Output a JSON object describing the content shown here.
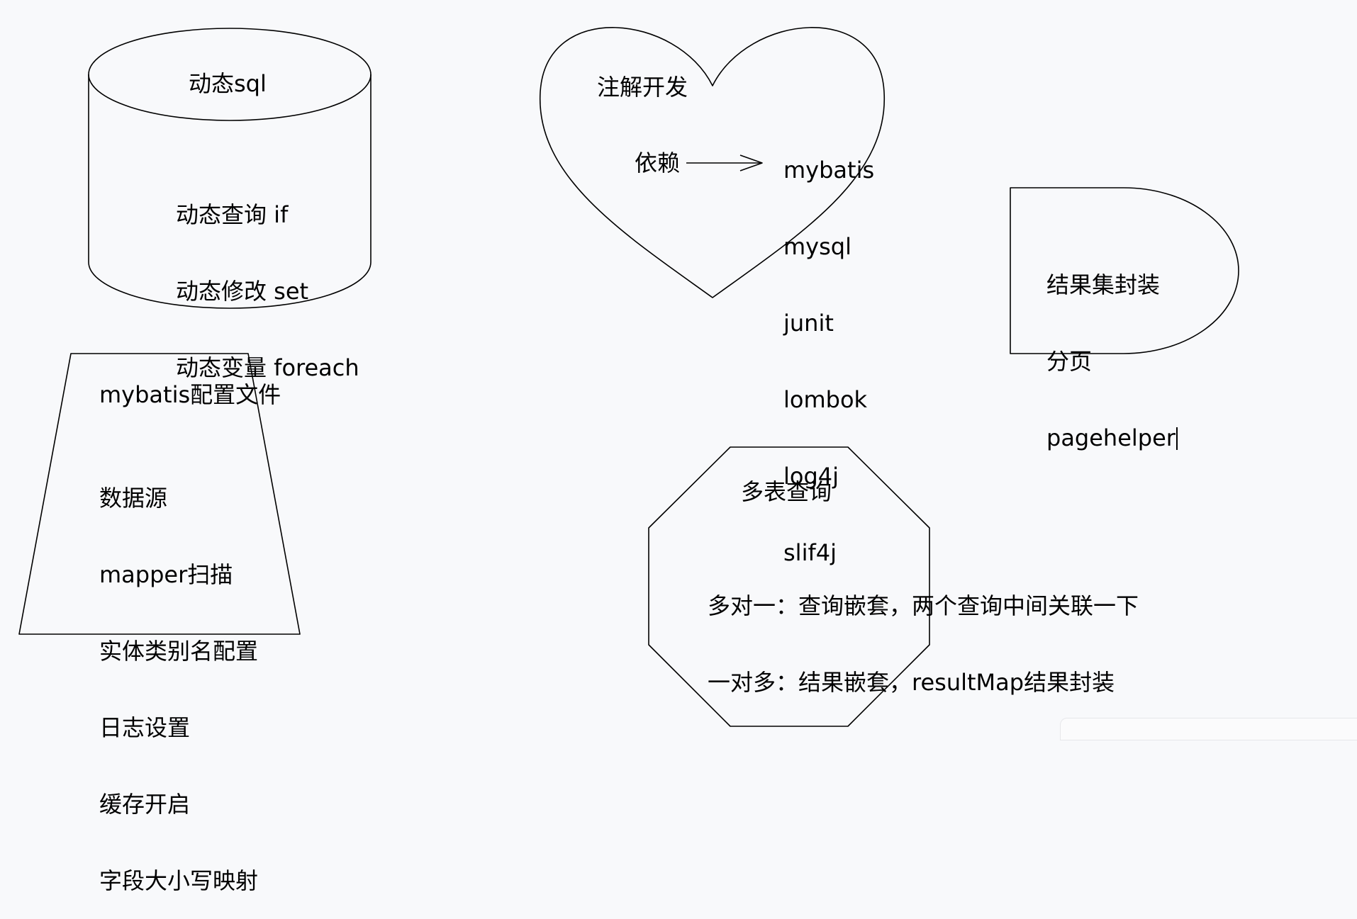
{
  "cylinder": {
    "title": "动态sql",
    "lines": [
      "动态查询 if",
      "动态修改 set",
      "动态变量 foreach"
    ]
  },
  "heart": {
    "title": "注解开发",
    "arrow_label": "依赖",
    "deps": [
      "mybatis",
      "mysql",
      "junit",
      "lombok",
      "log4j",
      "slif4j"
    ]
  },
  "result_shape": {
    "lines": [
      "结果集封装",
      "分页",
      "pagehelper"
    ]
  },
  "trapezoid": {
    "title": "mybatis配置文件",
    "lines": [
      "数据源",
      "mapper扫描",
      "实体类别名配置",
      "日志设置",
      "缓存开启",
      "字段大小写映射"
    ]
  },
  "octagon": {
    "title": "多表查询",
    "lines": [
      "多对一：查询嵌套，两个查询中间关联一下",
      "一对多：结果嵌套，resultMap结果封装"
    ]
  }
}
